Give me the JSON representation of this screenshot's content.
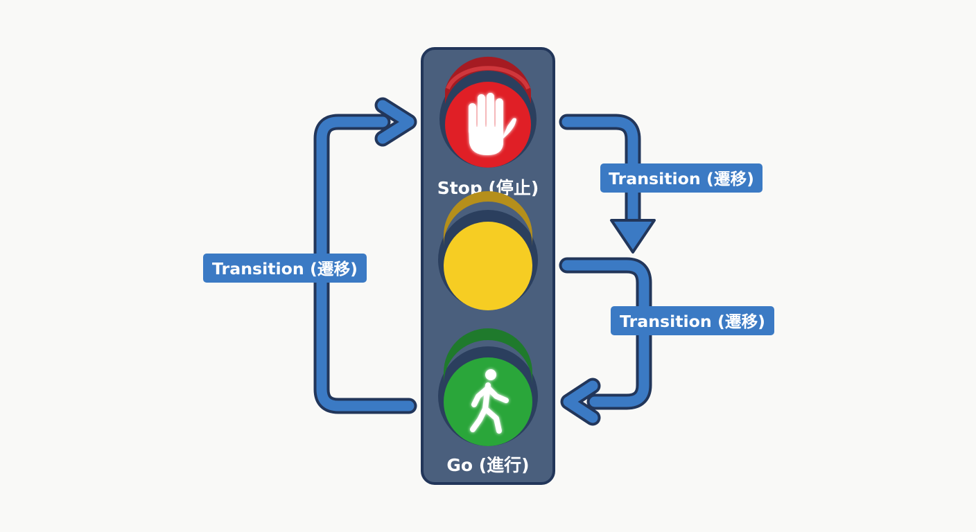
{
  "states": [
    {
      "id": "stop",
      "label": "Stop (停止)",
      "light_color": "#e01f26",
      "icon": "hand-stop-icon"
    },
    {
      "id": "caution",
      "label": "",
      "light_color": "#f6cd23",
      "icon": ""
    },
    {
      "id": "go",
      "label": "Go (進行)",
      "light_color": "#2aa63a",
      "icon": "walking-person-icon"
    }
  ],
  "transitions": [
    {
      "from": "stop",
      "to": "caution",
      "label": "Transition (遷移)"
    },
    {
      "from": "caution",
      "to": "go",
      "label": "Transition (遷移)"
    },
    {
      "from": "go",
      "to": "stop",
      "label": "Transition (遷移)"
    }
  ],
  "colors": {
    "housing": "#4a5f7d",
    "outline": "#22365a",
    "arrow": "#3b7ac4",
    "label_bg": "#3b7ac4",
    "background": "#f9f9f7"
  }
}
